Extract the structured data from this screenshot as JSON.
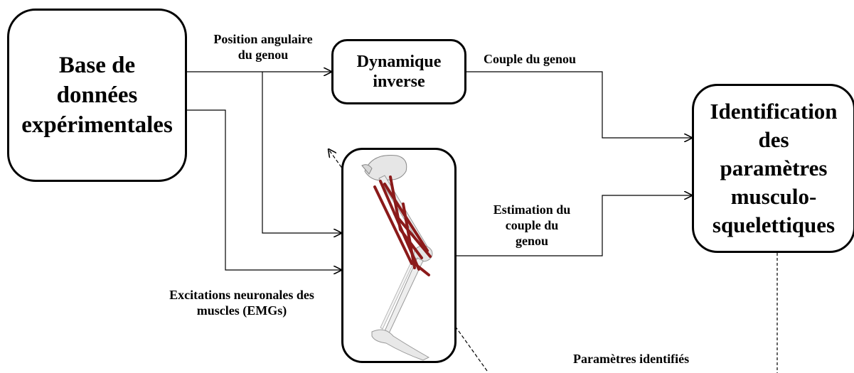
{
  "boxes": {
    "database": [
      "Base de",
      "données",
      "expérimentales"
    ],
    "inverse_dynamics": [
      "Dynamique",
      "inverse"
    ],
    "identification": [
      "Identification",
      "des",
      "paramètres",
      "musculo-",
      "squelettiques"
    ]
  },
  "labels": {
    "knee_angle": [
      "Position angulaire",
      "du genou"
    ],
    "knee_torque": "Couple du genou",
    "torque_estimate": [
      "Estimation du",
      "couple du",
      "genou"
    ],
    "emg": [
      "Excitations neuronales des",
      "muscles (EMGs)"
    ],
    "identified_params": "Paramètres identifiés"
  }
}
